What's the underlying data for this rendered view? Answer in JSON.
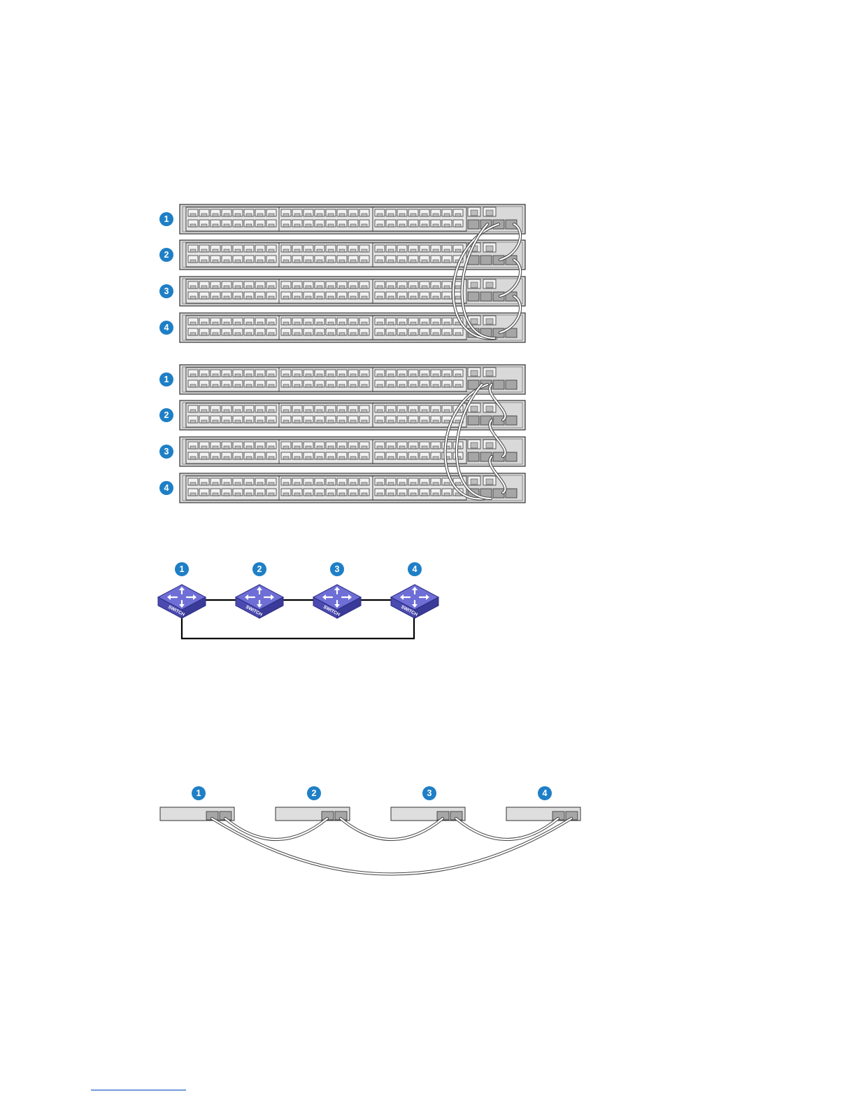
{
  "stack_numbers": [
    "1",
    "2",
    "3",
    "4"
  ],
  "switch_label": "SWITCH",
  "colors": {
    "badge": "#1E7FC6",
    "switch_top": "#6E6ED6",
    "switch_side": "#4A4AB0",
    "switch_dark": "#2E2E88",
    "chassis": "#d9d9d9",
    "line": "#000000"
  }
}
